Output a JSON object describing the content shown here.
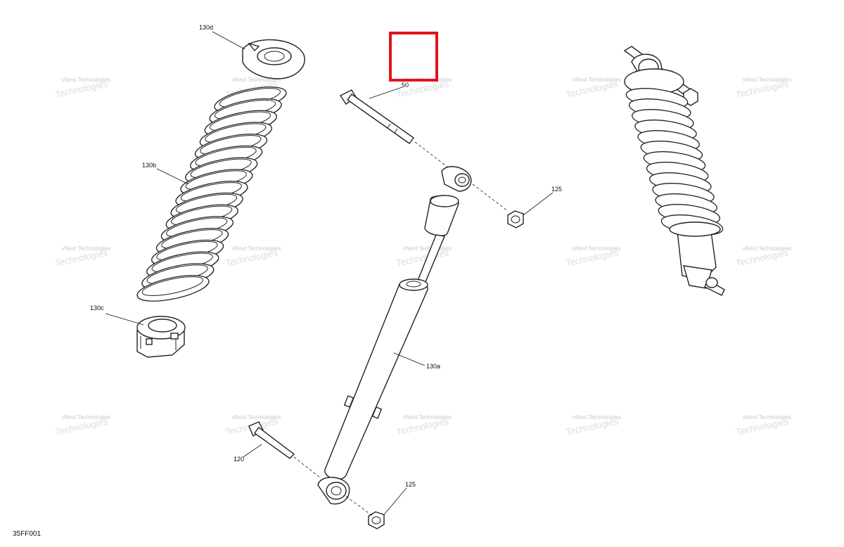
{
  "figure_id": "35FF001",
  "watermark": {
    "line1": "vNext Technologies",
    "line2": "Technologies"
  },
  "callouts": {
    "c130d": "130d",
    "c130b": "130b",
    "c130c": "130c",
    "c50": "50",
    "c125_top": "125",
    "c130a": "130a",
    "c120": "120",
    "c125_bottom": "125"
  },
  "highlight_color": "#e0141e"
}
